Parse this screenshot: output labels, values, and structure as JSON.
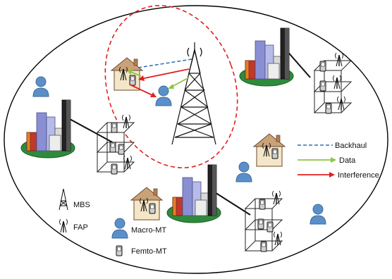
{
  "legend": {
    "backhaul": "Backhaul",
    "data": "Data",
    "interference": "Interference",
    "colors": {
      "backhaul": "#2e6db4",
      "data": "#8dc63f",
      "interference": "#e02020"
    }
  },
  "key": {
    "mbs": "MBS",
    "fap": "FAP",
    "macro_mt": "Macro-MT",
    "femto_mt": "Femto-MT"
  },
  "colors": {
    "cell_boundary": "#000000",
    "femto_boundary": "#e02020",
    "user": "#5b8fc9",
    "ground": "#2e8b3c"
  }
}
